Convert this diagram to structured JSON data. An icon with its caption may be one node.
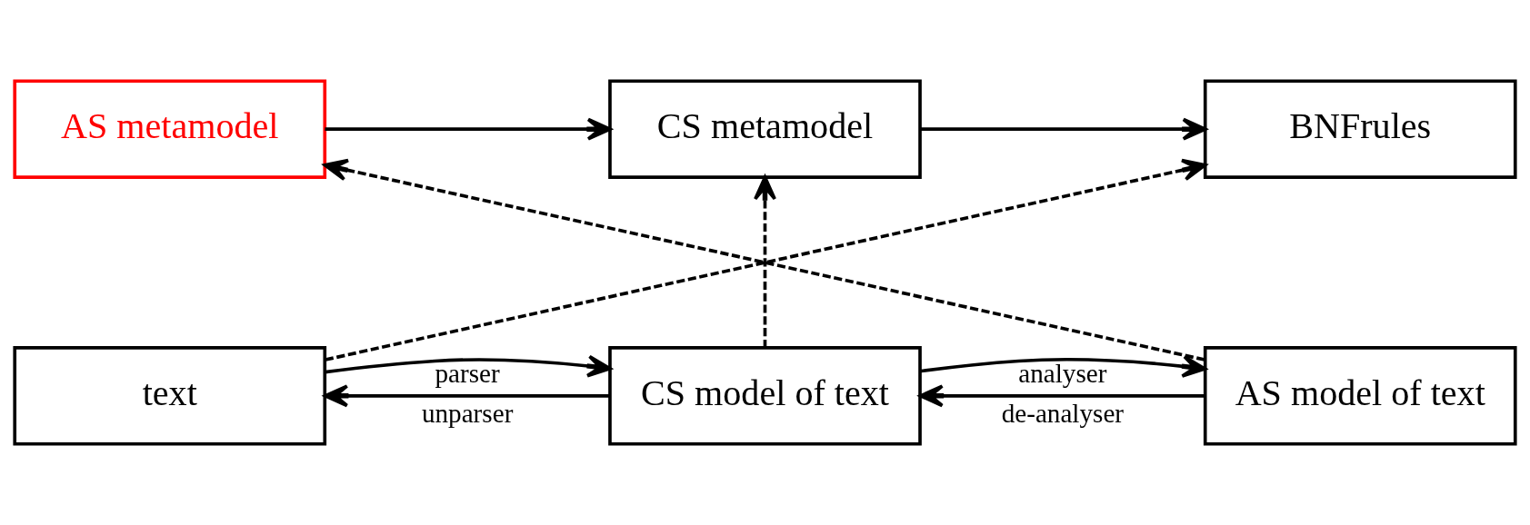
{
  "diagram": {
    "nodes": [
      {
        "text": [
          "BNFrules"
        ]
      },
      {
        "text": [
          "CS metamodel"
        ]
      },
      {
        "text": [
          "AS metamodel"
        ]
      },
      {
        "text": [
          "text"
        ]
      },
      {
        "text": [
          "CS model of text"
        ]
      },
      {
        "text": [
          "AS model of text"
        ]
      }
    ],
    "edges": [
      {
        "from": 1,
        "to": 0,
        "arrow": "to"
      },
      {
        "from": 2,
        "to": 1,
        "arrow": "to"
      },
      {
        "from": 3,
        "to": 0,
        "arrow": "to",
        "style": "dashed"
      },
      {
        "from": 4,
        "to": 1,
        "arrow": "to",
        "style": "dashed"
      },
      {
        "from": 5,
        "to": 2,
        "arrow": "to",
        "style": "dashed"
      },
      {
        "from": 3,
        "to": 4,
        "arrow": "to",
        "label": "parser"
      },
      {
        "from": 4,
        "to": 3,
        "arrow": "to",
        "label": "unparser"
      },
      {
        "from": 4,
        "to": 5,
        "arrow": "to",
        "label": "analyser"
      },
      {
        "from": 5,
        "to": 4,
        "arrow": "to",
        "label": "de-analyser"
      }
    ]
  }
}
